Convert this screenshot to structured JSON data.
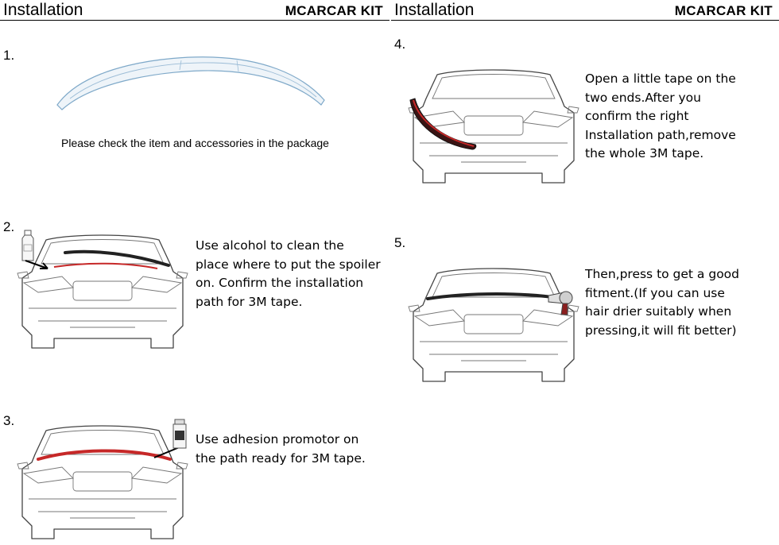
{
  "header": {
    "title_left": "Installation",
    "kit_left": "MCARCAR KIT",
    "title_right": "Installation",
    "kit_right": "MCARCAR KIT"
  },
  "steps": [
    {
      "number": "1.",
      "caption": "Please check  the item and accessories in the package"
    },
    {
      "number": "2.",
      "lines": [
        "Use alcohol to clean the",
        "place where to put the spoiler",
        "on. Confirm the installation",
        "path for 3M tape."
      ]
    },
    {
      "number": "3.",
      "lines": [
        "Use adhesion promotor on",
        "the path ready for 3M tape."
      ]
    },
    {
      "number": "4.",
      "lines": [
        "Open a little tape on the",
        "two ends.After you",
        "confirm the right",
        "Installation path,remove",
        "the whole 3M tape."
      ]
    },
    {
      "number": "5.",
      "lines": [
        "Then,press to get a good",
        "fitment.(If you can use",
        "hair drier suitably when",
        "pressing,it will fit better)"
      ]
    }
  ],
  "colors": {
    "tape_red": "#c62828",
    "spoiler_dark": "#222222",
    "spoiler_blue": "#7fa9c9"
  }
}
